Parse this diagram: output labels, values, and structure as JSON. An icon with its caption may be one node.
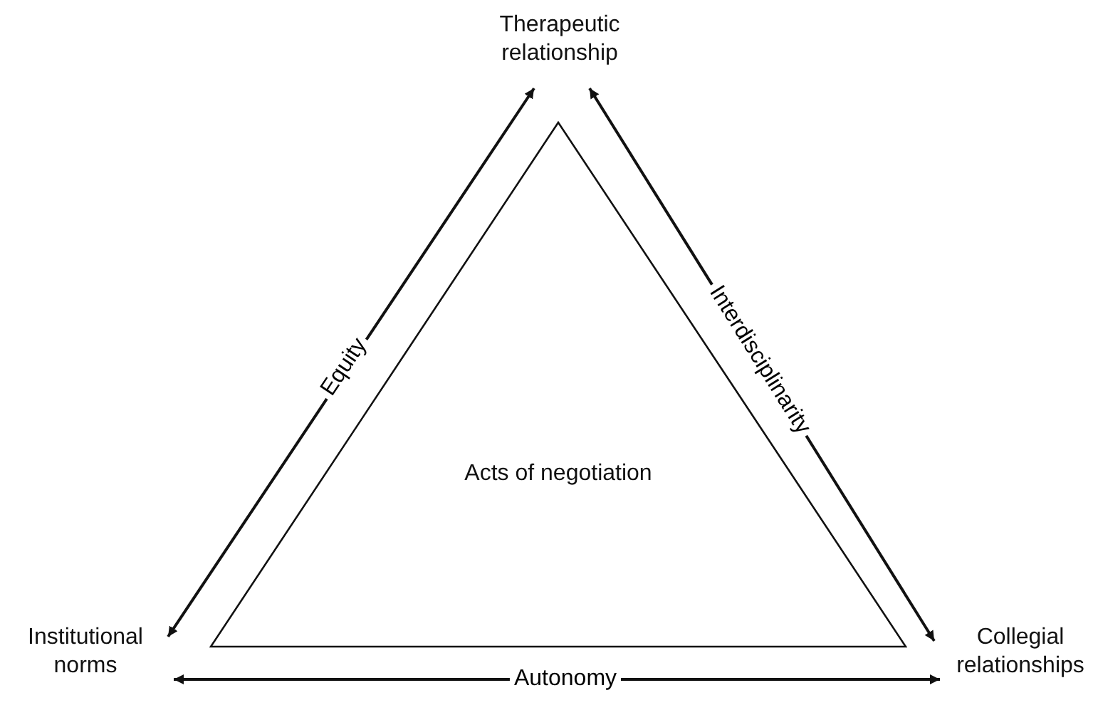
{
  "diagram": {
    "nodes": [
      {
        "text": [
          "Therapeutic relationship"
        ]
      },
      {
        "text": [
          "Institutional norms"
        ]
      },
      {
        "text": [
          "Collegial relationships"
        ]
      },
      {
        "text": [
          "Acts of negotiation"
        ]
      }
    ],
    "edges": [
      {
        "from": 1,
        "to": 0,
        "arrow": "both",
        "label": "Equity"
      },
      {
        "from": 0,
        "to": 2,
        "arrow": "both",
        "label": "Interdisciplinarity"
      },
      {
        "from": 1,
        "to": 2,
        "arrow": "both",
        "label": "Autonomy"
      }
    ]
  }
}
